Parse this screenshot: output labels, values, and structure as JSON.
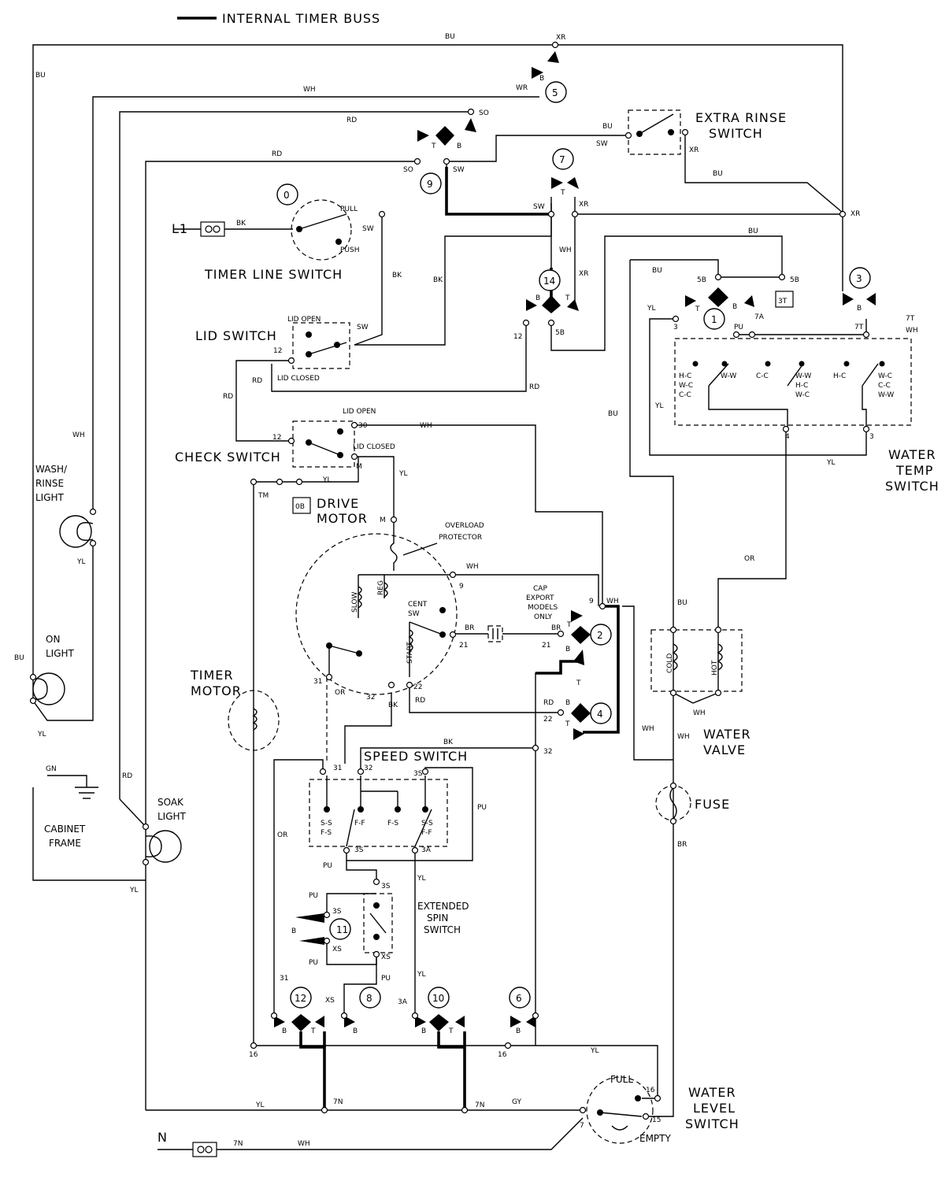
{
  "legend": {
    "internal_bus": "INTERNAL TIMER BUSS"
  },
  "components": {
    "timer_line_switch": "TIMER LINE SWITCH",
    "pull": "PULL",
    "push": "PUSH",
    "lid_switch": "LID SWITCH",
    "lid_open": "LID OPEN",
    "lid_closed": "LID CLOSED",
    "check_switch": "CHECK SWITCH",
    "drive_motor": "DRIVE",
    "drive_motor2": "MOTOR",
    "overload": "OVERLOAD",
    "overload2": "PROTECTOR",
    "slow": "SLOW",
    "reg": "REG",
    "start": "START",
    "cent_sw": "CENT",
    "cent_sw2": "SW",
    "cap": "CAP",
    "export": "EXPORT",
    "models": "MODELS",
    "only": "ONLY",
    "timer_motor": "TIMER",
    "timer_motor2": "MOTOR",
    "speed_switch": "SPEED SWITCH",
    "extended_spin": "EXTENDED",
    "extended_spin2": "SPIN",
    "extended_spin3": "SWITCH",
    "extra_rinse": "EXTRA RINSE",
    "extra_rinse2": "SWITCH",
    "water_temp": "WATER",
    "water_temp2": "TEMP",
    "water_temp3": "SWITCH",
    "water_valve": "WATER",
    "water_valve2": "VALVE",
    "cold": "COLD",
    "hot": "HOT",
    "fuse": "FUSE",
    "water_level": "WATER",
    "water_level2": "LEVEL",
    "water_level3": "SWITCH",
    "full": "FULL",
    "empty": "EMPTY",
    "wash_rinse_light": "WASH/",
    "wash_rinse_light2": "RINSE",
    "wash_rinse_light3": "LIGHT",
    "on_light": "ON",
    "on_light2": "LIGHT",
    "soak_light": "SOAK",
    "soak_light2": "LIGHT",
    "cabinet_frame": "CABINET",
    "cabinet_frame2": "FRAME",
    "l1": "L1",
    "n": "N",
    "box_3t": "3T",
    "box_0b": "0B"
  },
  "temp_positions": [
    "H-C",
    "W-C",
    "C-C",
    "W-W",
    "C-C",
    "W-W",
    "H-C",
    "W-C",
    "H-C",
    "W-C",
    "C-C",
    "W-W"
  ],
  "speed_positions": [
    "S-S",
    "F-S",
    "F-F",
    "F-S",
    "S-S",
    "F-F"
  ],
  "timer_cams": [
    "0",
    "5",
    "9",
    "7",
    "14",
    "3",
    "1",
    "2",
    "4",
    "11",
    "12",
    "8",
    "10",
    "6"
  ],
  "wire_labels": {
    "bu": "BU",
    "wh": "WH",
    "rd": "RD",
    "bk": "BK",
    "yl": "YL",
    "or": "OR",
    "br": "BR",
    "gn": "GN",
    "gy": "GY",
    "pu": "PU",
    "tm": "TM",
    "m": "M",
    "sw": "SW",
    "so": "SO",
    "xr": "XR",
    "wr": "WR",
    "b": "B",
    "t": "T",
    "t5b": "5B",
    "t7a": "7A",
    "t7t": "7T",
    "t3": "3",
    "t4": "4",
    "t12": "12",
    "t30": "30",
    "t9": "9",
    "t21": "21",
    "t22": "22",
    "t31": "31",
    "t32": "32",
    "t35": "3S",
    "t3a": "3A",
    "txs": "XS",
    "t16": "16",
    "t15": "15",
    "t7n": "7N",
    "t7": "7"
  }
}
